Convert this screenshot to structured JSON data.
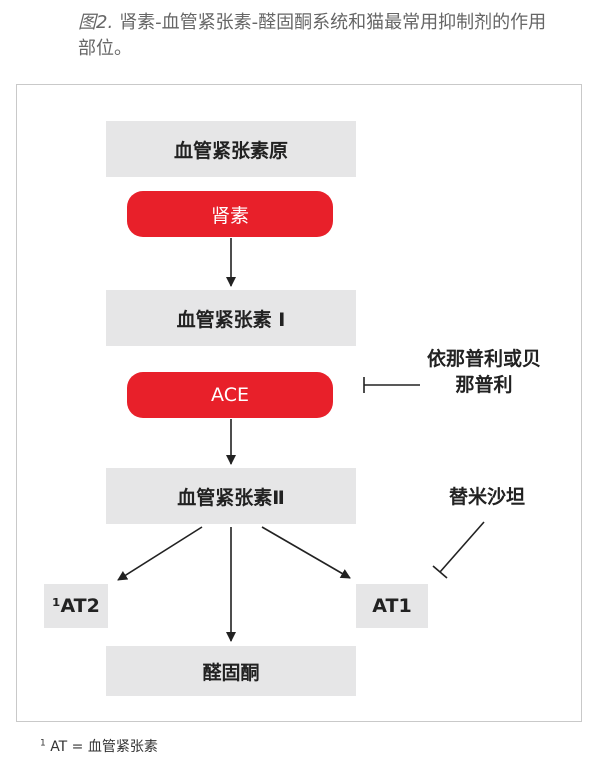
{
  "caption": {
    "label": "图2.",
    "text": "肾素-血管紧张素-醛固酮系统和猫最常用抑制剂的作用部位。"
  },
  "diagram": {
    "angiotensinogen": "血管紧张素原",
    "renin": "肾素",
    "angiotensin_1": "血管紧张素 Ⅰ",
    "ace": "ACE",
    "angiotensin_2": "血管紧张素Ⅱ",
    "at2": "¹AT2",
    "at1": "AT1",
    "aldosterone": "醛固酮",
    "ace_inhibitors": "依那普利或贝那普利",
    "arb": "替米沙坦"
  },
  "footnote": {
    "marker": "1",
    "text": "AT = 血管紧张素"
  },
  "colors": {
    "enzyme_red": "#e8202a",
    "box_gray": "#e6e6e7"
  }
}
